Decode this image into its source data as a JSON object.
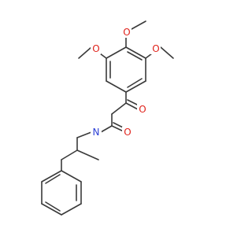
{
  "molecule": {
    "atoms": [
      {
        "id": "o_methoxy_top",
        "symbol": "O",
        "color": "#e0221b"
      },
      {
        "id": "o_methoxy_left",
        "symbol": "O",
        "color": "#e0221b"
      },
      {
        "id": "o_methoxy_right",
        "symbol": "O",
        "color": "#e0221b"
      },
      {
        "id": "o_ketone",
        "symbol": "O",
        "color": "#e0221b"
      },
      {
        "id": "o_amide",
        "symbol": "O",
        "color": "#e0221b"
      },
      {
        "id": "n_amide",
        "symbol": "N",
        "color": "#2b3fd6"
      }
    ],
    "bond_color": "#3a3a3a"
  }
}
